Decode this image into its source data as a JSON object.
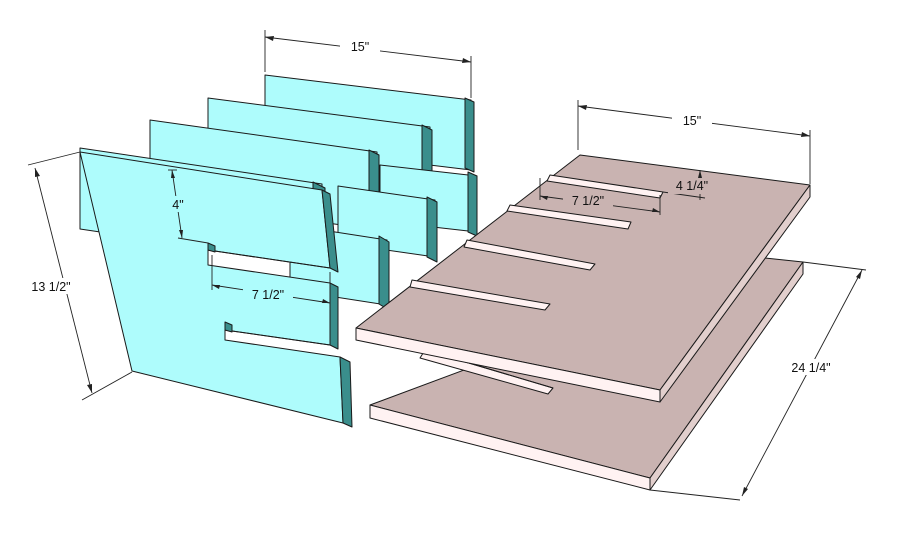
{
  "colors": {
    "vertical_top": "#aefcfc",
    "vertical_side": "#3a8e8c",
    "horizontal_top": "#c9b3b1",
    "horizontal_side": "#fff2f2",
    "horizontal_front": "#e2cfcd",
    "line": "#1a1a1a",
    "background": "#ffffff"
  },
  "dimensions": {
    "vertical_width": "15\"",
    "horizontal_width": "15\"",
    "height": "13 1/2\"",
    "slot_depth_vertical": "4\"",
    "slot_length_vertical": "7 1/2\"",
    "slot_depth_horizontal": "4 1/4\"",
    "slot_length_horizontal": "7 1/2\"",
    "length": "24 1/4\""
  }
}
